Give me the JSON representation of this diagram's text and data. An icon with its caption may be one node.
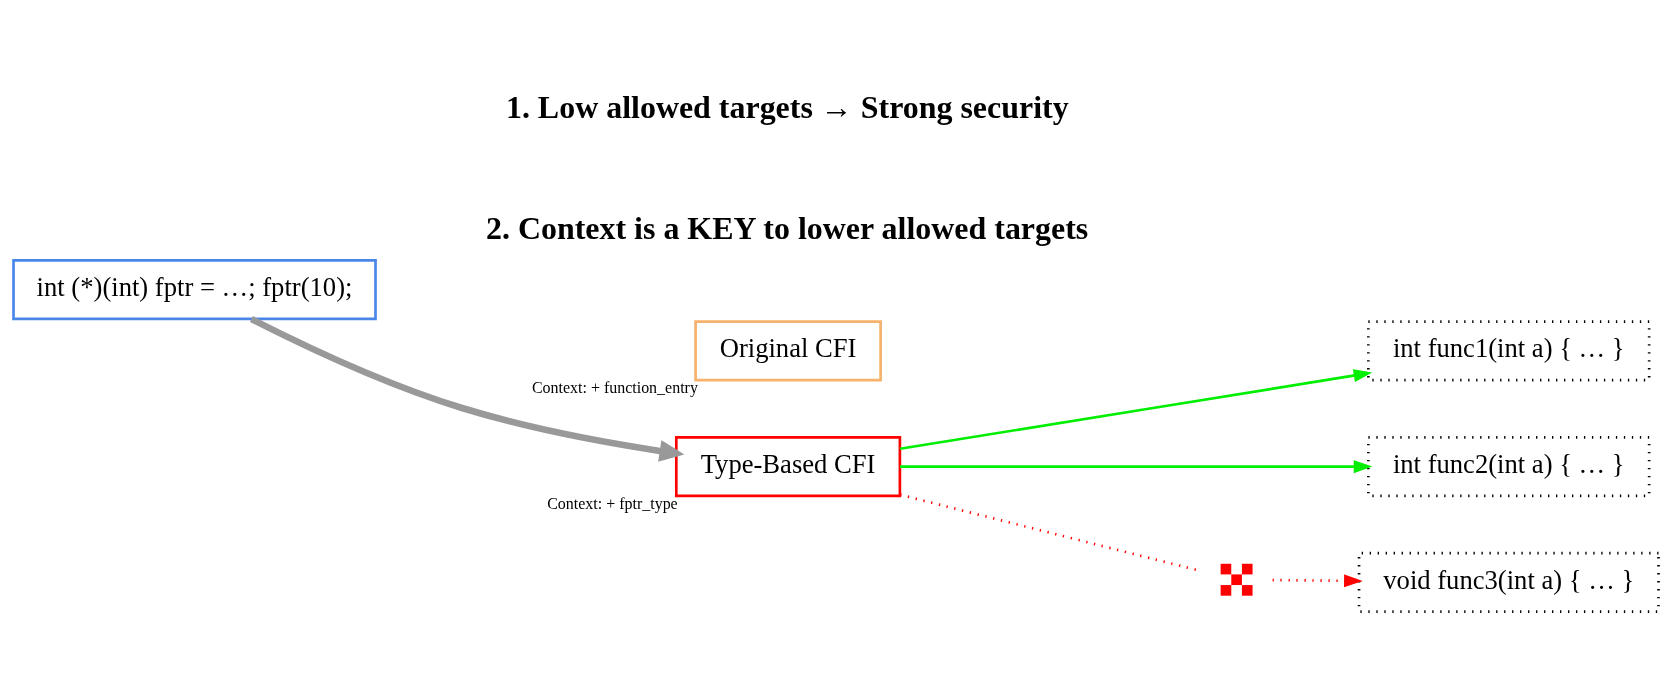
{
  "diagram": {
    "nodes": [
      {
        "text": [
          "int (*)(int) fptr = …; fptr(10);"
        ]
      },
      {
        "text": [
          "Original CFI"
        ],
        "beside": [
          "Context: + function_entry"
        ]
      },
      {
        "text": [
          "Type-Based CFI"
        ],
        "beside": [
          "Context: + fptr_type"
        ]
      },
      {
        "text": [
          "int func1(int a) { … }"
        ]
      },
      {
        "text": [
          "int func2(int a) { … }"
        ]
      },
      {
        "text": [
          "void func3(int a) { … }"
        ]
      },
      {
        "text": [],
        "shape": "cross"
      }
    ],
    "edges": [
      {
        "from": 0,
        "to": 2,
        "arrow": "to",
        "style": "thick",
        "color": "#999999"
      },
      {
        "from": 2,
        "to": 3,
        "arrow": "to",
        "color": "#00ee00"
      },
      {
        "from": 2,
        "to": 4,
        "arrow": "to",
        "color": "#00ee00"
      },
      {
        "from": 2,
        "to": 6,
        "arrow": "none",
        "style": "dashed",
        "color": "#ff0000"
      },
      {
        "from": 6,
        "to": 5,
        "arrow": "to",
        "style": "dashed",
        "color": "#ff0000"
      }
    ],
    "labels": [
      "1. Low allowed targets → Strong security",
      "2. Context is a KEY to lower allowed targets"
    ]
  }
}
